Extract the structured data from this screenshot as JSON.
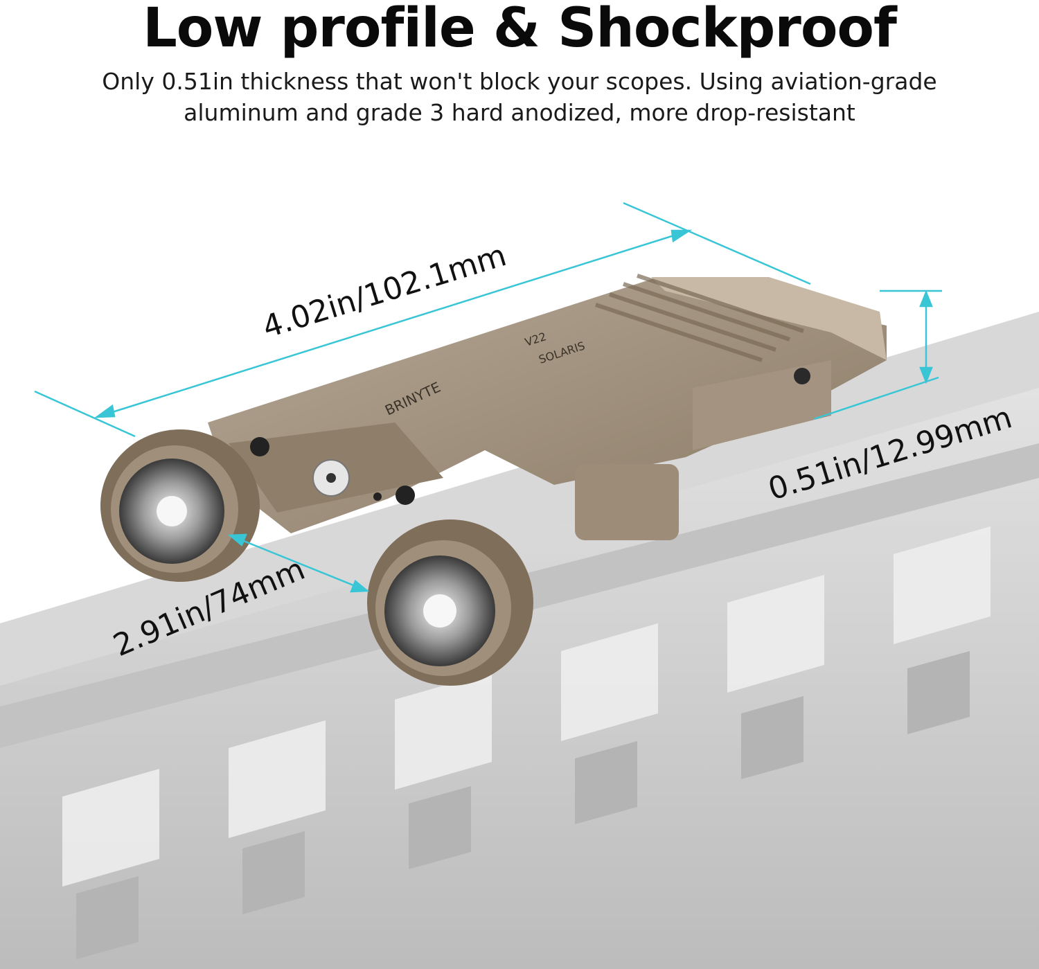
{
  "header": {
    "title": "Low profile & Shockproof",
    "subtitle_line1": "Only 0.51in thickness that won't block your scopes. Using aviation-grade",
    "subtitle_line2": "aluminum and grade 3 hard anodized, more drop-resistant"
  },
  "dimensions": {
    "length": "4.02in/102.1mm",
    "height": "0.51in/12.99mm",
    "spacing": "2.91in/74mm"
  },
  "product": {
    "brand_mark": "BRINYTE",
    "engraving_line1": "V22",
    "engraving_line2": "SOLARIS"
  },
  "colors": {
    "accent_dimension": "#38c6d6",
    "body_fde": "#9a8a76",
    "rail_gray": "#cfcfcf"
  }
}
